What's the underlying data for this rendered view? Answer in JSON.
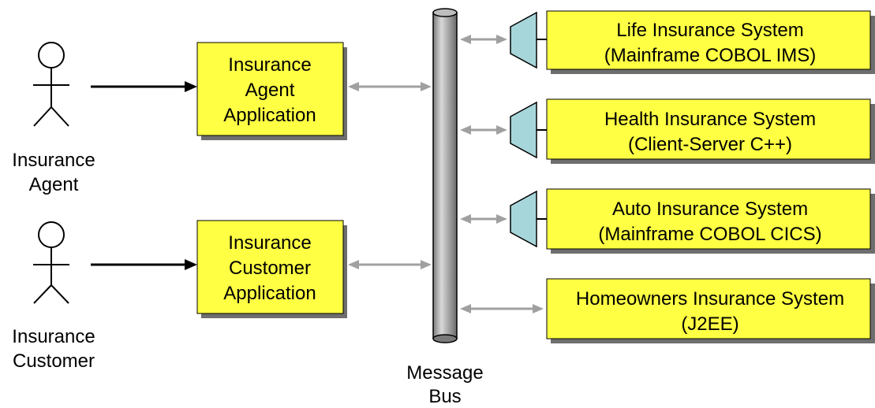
{
  "colors": {
    "box_fill": "#ffff44",
    "box_shadow": "#6e6e6e",
    "bus_fill": "#a8a8a8",
    "adapter_fill": "#a7d6da",
    "arrow_gray": "#a0a0a0",
    "arrow_black": "#000000"
  },
  "actors": [
    {
      "id": "agent",
      "label_lines": [
        "Insurance",
        "Agent"
      ]
    },
    {
      "id": "customer",
      "label_lines": [
        "Insurance",
        "Customer"
      ]
    }
  ],
  "applications": [
    {
      "id": "agent-app",
      "lines": [
        "Insurance",
        "Agent",
        "Application"
      ]
    },
    {
      "id": "customer-app",
      "lines": [
        "Insurance",
        "Customer",
        "Application"
      ]
    }
  ],
  "bus": {
    "label_lines": [
      "Message",
      "Bus"
    ]
  },
  "systems": [
    {
      "id": "life",
      "lines": [
        "Life Insurance System",
        "(Mainframe COBOL IMS)"
      ],
      "adapter": true
    },
    {
      "id": "health",
      "lines": [
        "Health Insurance System",
        "(Client-Server C++)"
      ],
      "adapter": true
    },
    {
      "id": "auto",
      "lines": [
        "Auto Insurance System",
        "(Mainframe COBOL CICS)"
      ],
      "adapter": true
    },
    {
      "id": "homeowners",
      "lines": [
        "Homeowners Insurance System",
        "(J2EE)"
      ],
      "adapter": false
    }
  ]
}
